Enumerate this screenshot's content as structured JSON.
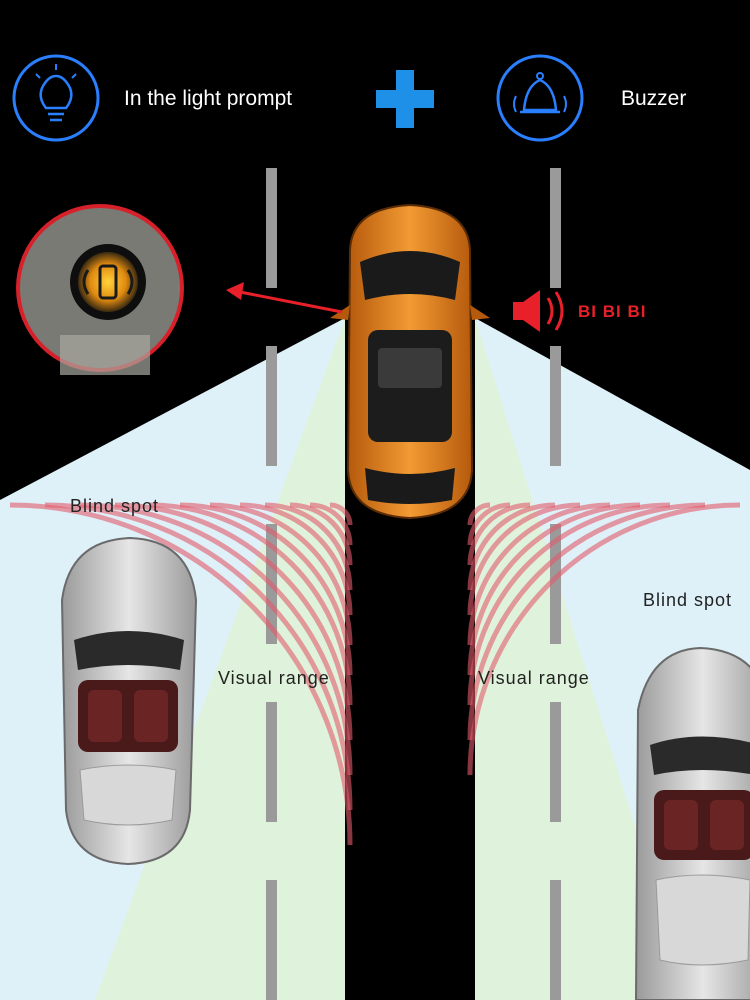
{
  "header": {
    "light_label": "In the light prompt",
    "buzzer_label": "Buzzer",
    "light_icon": "light-bulb-icon",
    "buzzer_icon": "bell-icon",
    "plus_icon": "plus-icon"
  },
  "alert": {
    "sound_text": "BI BI BI",
    "speaker_icon": "speaker-icon",
    "indicator_icon": "blind-spot-indicator-icon"
  },
  "zones": {
    "blind_spot_left": "Blind spot",
    "blind_spot_right": "Blind spot",
    "visual_range_left": "Visual range",
    "visual_range_right": "Visual range"
  },
  "colors": {
    "icon_ring": "#2a7fff",
    "plus": "#1e90e8",
    "alert_red": "#e8202a",
    "blind_zone": "#dff1f8",
    "visual_zone": "#dff3dc",
    "car_orange": "#e8871e",
    "car_silver": "#c9c9c9"
  }
}
